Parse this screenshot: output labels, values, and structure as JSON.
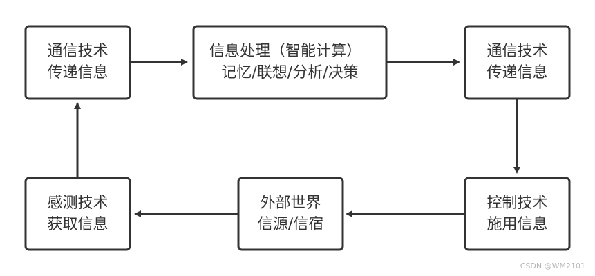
{
  "nodes": {
    "comm_transfer_left": {
      "line1": "通信技术",
      "line2": "传递信息"
    },
    "info_processing": {
      "line1": "信息处理（智能计算）",
      "line2": "记忆/联想/分析/决策"
    },
    "comm_transfer_right": {
      "line1": "通信技术",
      "line2": "传递信息"
    },
    "control_apply": {
      "line1": "控制技术",
      "line2": "施用信息"
    },
    "external_world": {
      "line1": "外部世界",
      "line2": "信源/信宿"
    },
    "sensing_acquire": {
      "line1": "感测技术",
      "line2": "获取信息"
    }
  },
  "watermark": "CSDN @WM2101"
}
